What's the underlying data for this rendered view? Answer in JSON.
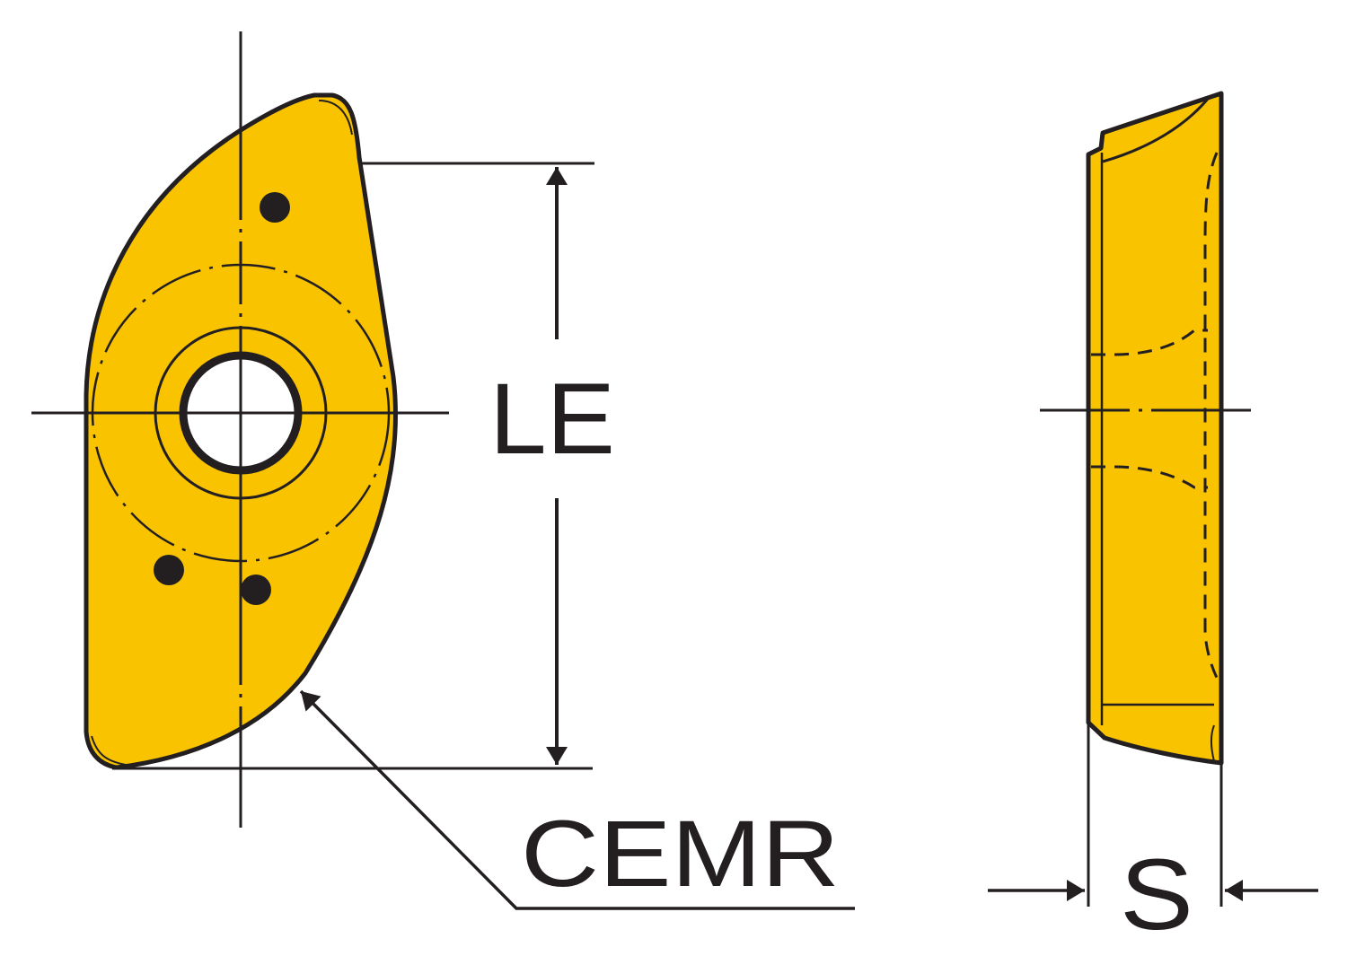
{
  "diagram": {
    "type": "technical-drawing",
    "subject": "milling insert, front and side view",
    "colors": {
      "insert_fill": "#f9c300",
      "line": "#231f20",
      "background": "#ffffff",
      "hole": "#ffffff"
    },
    "front_view": {
      "labels": {
        "length_dimension": "LE",
        "edge_callout": "CEMR"
      }
    },
    "side_view": {
      "labels": {
        "thickness_dimension": "S"
      }
    }
  }
}
